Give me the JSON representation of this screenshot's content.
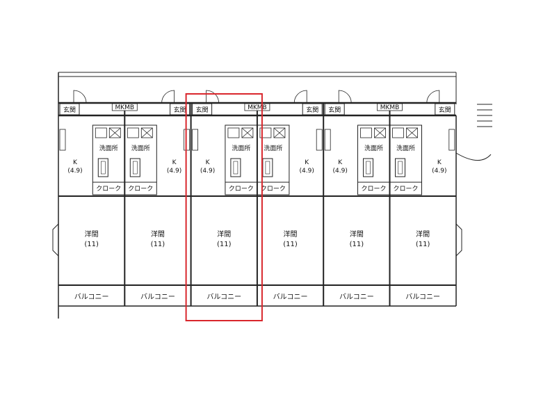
{
  "units": [
    {
      "entrance": "玄関",
      "kitchen": "K",
      "kitchen_size": "(4.9)",
      "washroom": "洗面所",
      "closet": "クローク",
      "room": "洋間",
      "room_size": "(11)",
      "balcony": "バルコニー"
    },
    {
      "entrance": "玄関",
      "kitchen": "K",
      "kitchen_size": "(4.9)",
      "washroom": "洗面所",
      "closet": "クローク",
      "room": "洋間",
      "room_size": "(11)",
      "balcony": "バルコニー"
    },
    {
      "entrance": "玄関",
      "kitchen": "K",
      "kitchen_size": "(4.9)",
      "washroom": "洗面所",
      "closet": "クローク",
      "room": "洋間",
      "room_size": "(11)",
      "balcony": "バルコニー"
    },
    {
      "entrance": "玄関",
      "kitchen": "K",
      "kitchen_size": "(4.9)",
      "washroom": "洗面所",
      "closet": "クローク",
      "room": "洋間",
      "room_size": "(11)",
      "balcony": "バルコニー"
    },
    {
      "entrance": "玄関",
      "kitchen": "K",
      "kitchen_size": "(4.9)",
      "washroom": "洗面所",
      "closet": "クローク",
      "room": "洋間",
      "room_size": "(11)",
      "balcony": "バルコニー"
    },
    {
      "entrance": "玄関",
      "kitchen": "K",
      "kitchen_size": "(4.9)",
      "washroom": "洗面所",
      "closet": "クローク",
      "room": "洋間",
      "room_size": "(11)",
      "balcony": "バルコニー"
    }
  ],
  "mb_labels": [
    "MKMB",
    "MKMB",
    "MKMB"
  ],
  "highlight": {
    "unit_index": 2,
    "color": "#d9262c"
  },
  "line_color": "#222222"
}
